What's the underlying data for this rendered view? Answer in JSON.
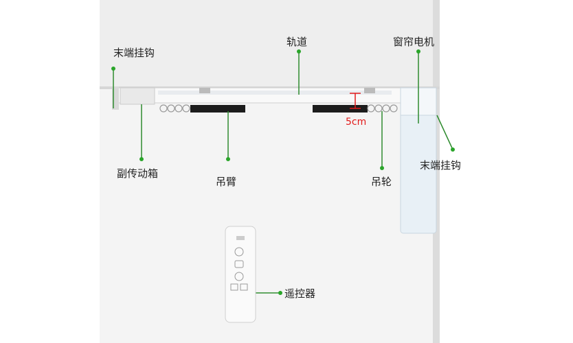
{
  "labels": {
    "end_hook_left": "末端挂钩",
    "track": "轨道",
    "curtain_motor": "窗帘电机",
    "secondary_transmission_box": "副传动箱",
    "hanging_arm": "吊臂",
    "pulley": "吊轮",
    "end_hook_right": "末端挂钩",
    "remote_control": "遥控器",
    "gap_measure": "5cm"
  },
  "colors": {
    "leader_line": "#2e8b2e",
    "dot": "#2aa52a",
    "measure": "#e21a1a",
    "wall": "#f3f3f3",
    "ceiling": "#e6e6e6"
  },
  "remote_buttons": [
    "up-chevron-icon",
    "stop-icon",
    "down-chevron-icon",
    "left-icon",
    "right-icon"
  ]
}
